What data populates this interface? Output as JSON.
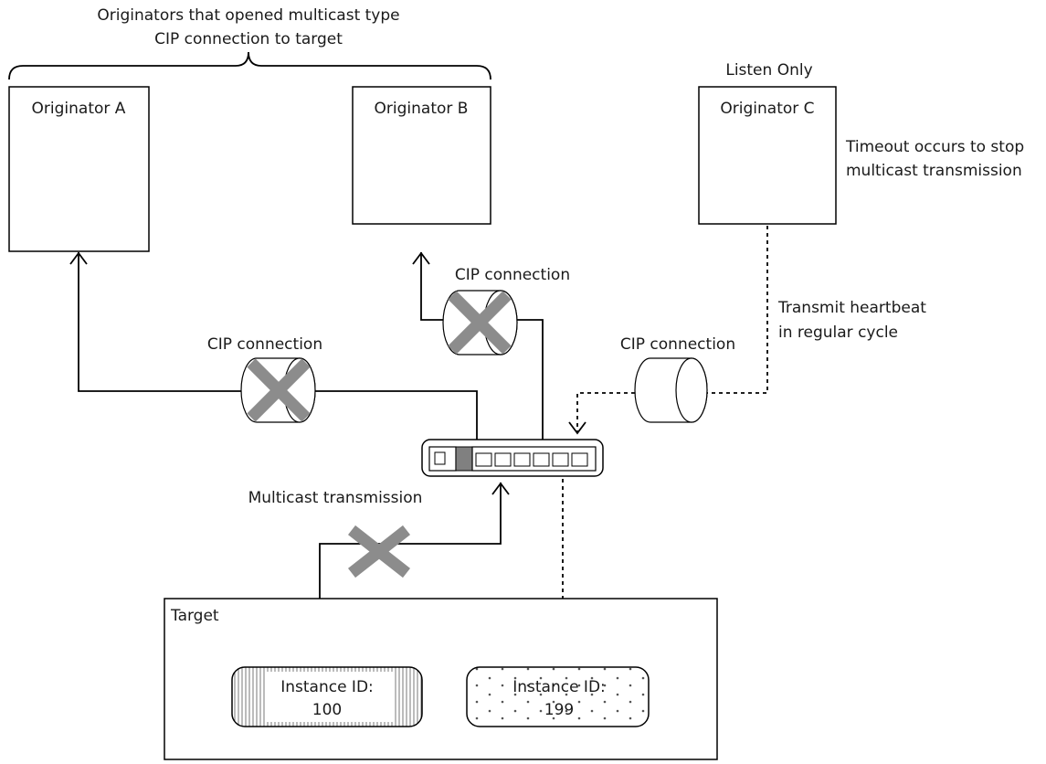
{
  "group_label": [
    "Originators that opened multicast type",
    "CIP connection to target"
  ],
  "listen_only": "Listen Only",
  "originators": {
    "a": "Originator A",
    "b": "Originator B",
    "c": "Originator C"
  },
  "timeout_note": [
    "Timeout occurs to stop",
    "multicast transmission"
  ],
  "heartbeat_note": [
    "Transmit heartbeat",
    "in regular cycle"
  ],
  "cip_connection": "CIP connection",
  "multicast_transmission": "Multicast transmission",
  "target": {
    "label": "Target",
    "instance_100": [
      "Instance ID:",
      "100"
    ],
    "instance_199": [
      "Instance ID:",
      "199"
    ]
  },
  "colors": {
    "cross": "#8c8c8c",
    "line": "#000000"
  }
}
